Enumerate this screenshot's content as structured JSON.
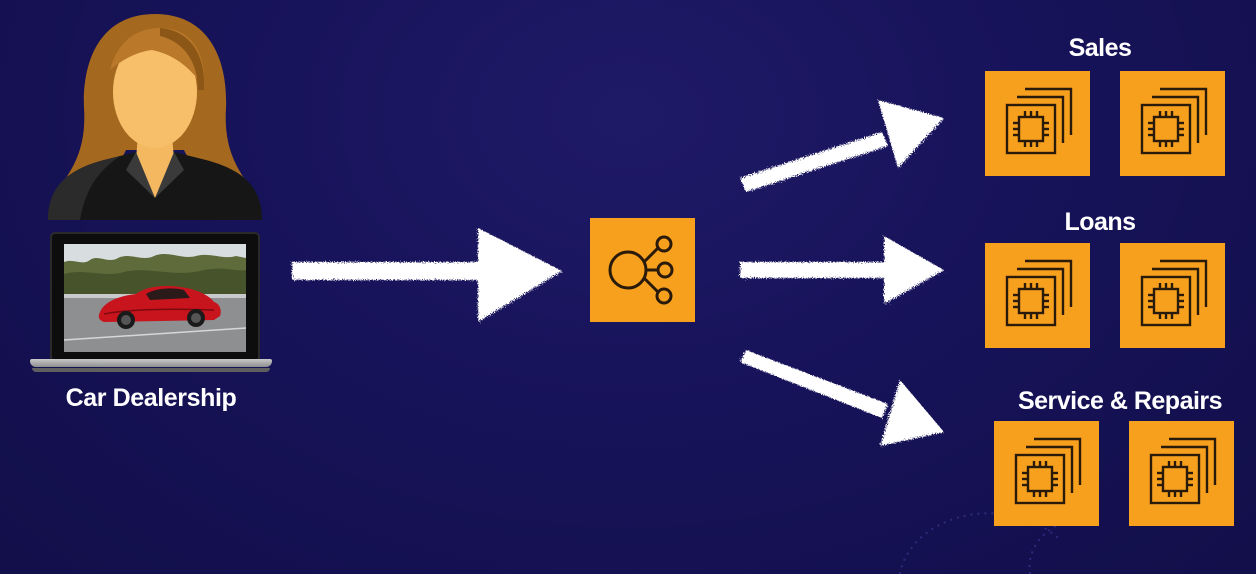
{
  "user": {
    "label": "Car Dealership",
    "icon": "businesswoman-icon",
    "device": "laptop-icon",
    "screen_content": "red-sports-car-photo"
  },
  "load_balancer": {
    "icon": "load-balancer-icon",
    "color": "#f7a01e"
  },
  "target_groups": [
    {
      "title": "Sales",
      "instances": 2,
      "icon": "ec2-instance-icon"
    },
    {
      "title": "Loans",
      "instances": 2,
      "icon": "ec2-instance-icon"
    },
    {
      "title": "Service & Repairs",
      "instances": 2,
      "icon": "ec2-instance-icon"
    }
  ],
  "colors": {
    "background": "#17135a",
    "aws_orange": "#f7a01e",
    "text": "#ffffff"
  }
}
